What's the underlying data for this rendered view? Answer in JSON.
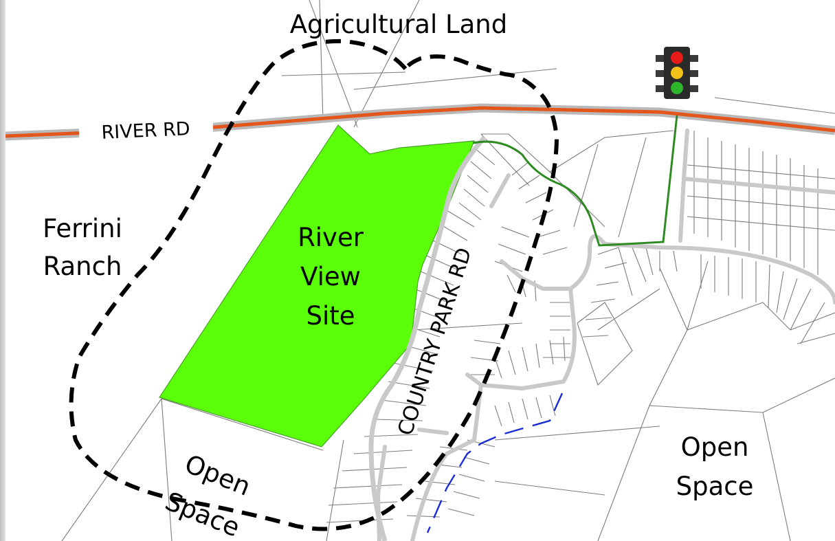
{
  "map": {
    "labels": {
      "agricultural_land": "Agricultural Land",
      "river_rd": "RIVER RD",
      "ferrini_line1": "Ferrini",
      "ferrini_line2": "Ranch",
      "site_line1": "River",
      "site_line2": "View",
      "site_line3": "Site",
      "country_park_rd": "COUNTRY PARK RD",
      "open_space_left_line1": "Open",
      "open_space_left_line2": "Space",
      "open_space_right_line1": "Open",
      "open_space_right_line2": "Space"
    },
    "icons": {
      "traffic_signal": "traffic-light-icon"
    },
    "colors": {
      "site_fill": "#5bff0a",
      "river_rd_line": "#e2561c",
      "boundary_dash": "#000000",
      "access_route": "#2e8b22",
      "creek": "#1a2bd6",
      "local_roads": "#c8c8c8",
      "parcel_lines": "#7a7a7a"
    }
  }
}
